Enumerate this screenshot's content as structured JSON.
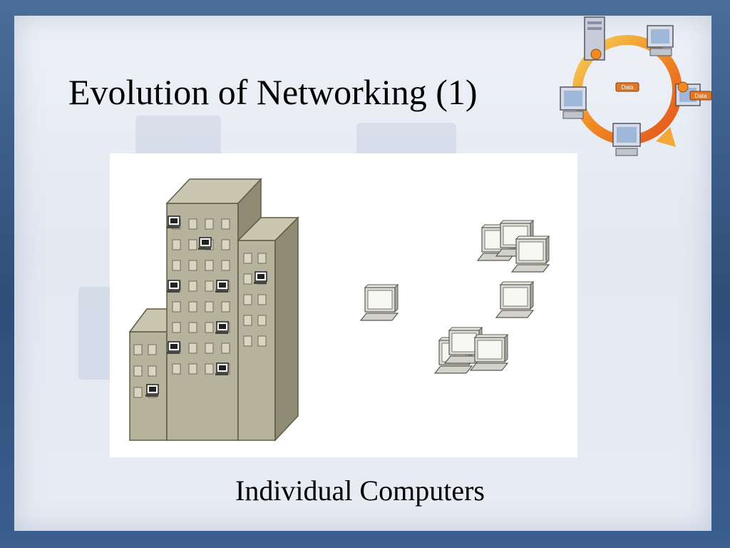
{
  "slide": {
    "title": "Evolution of Networking (1)",
    "caption": "Individual Computers",
    "logo_badges": [
      "Data",
      "Data"
    ]
  },
  "colors": {
    "background_frame": "#3a5a86",
    "panel": "#e8ecf4",
    "building_face": "#b5b39b",
    "building_side": "#8e8c72",
    "building_top": "#c9c7b0",
    "window": "#d8d6c3",
    "computer_body": "#dcdcd6",
    "logo_ring_orange": "#f08a24",
    "logo_ring_yellow": "#f2c64a"
  },
  "icons": [
    "office-building-icon",
    "desktop-computer-icon",
    "network-cycle-logo-icon"
  ]
}
